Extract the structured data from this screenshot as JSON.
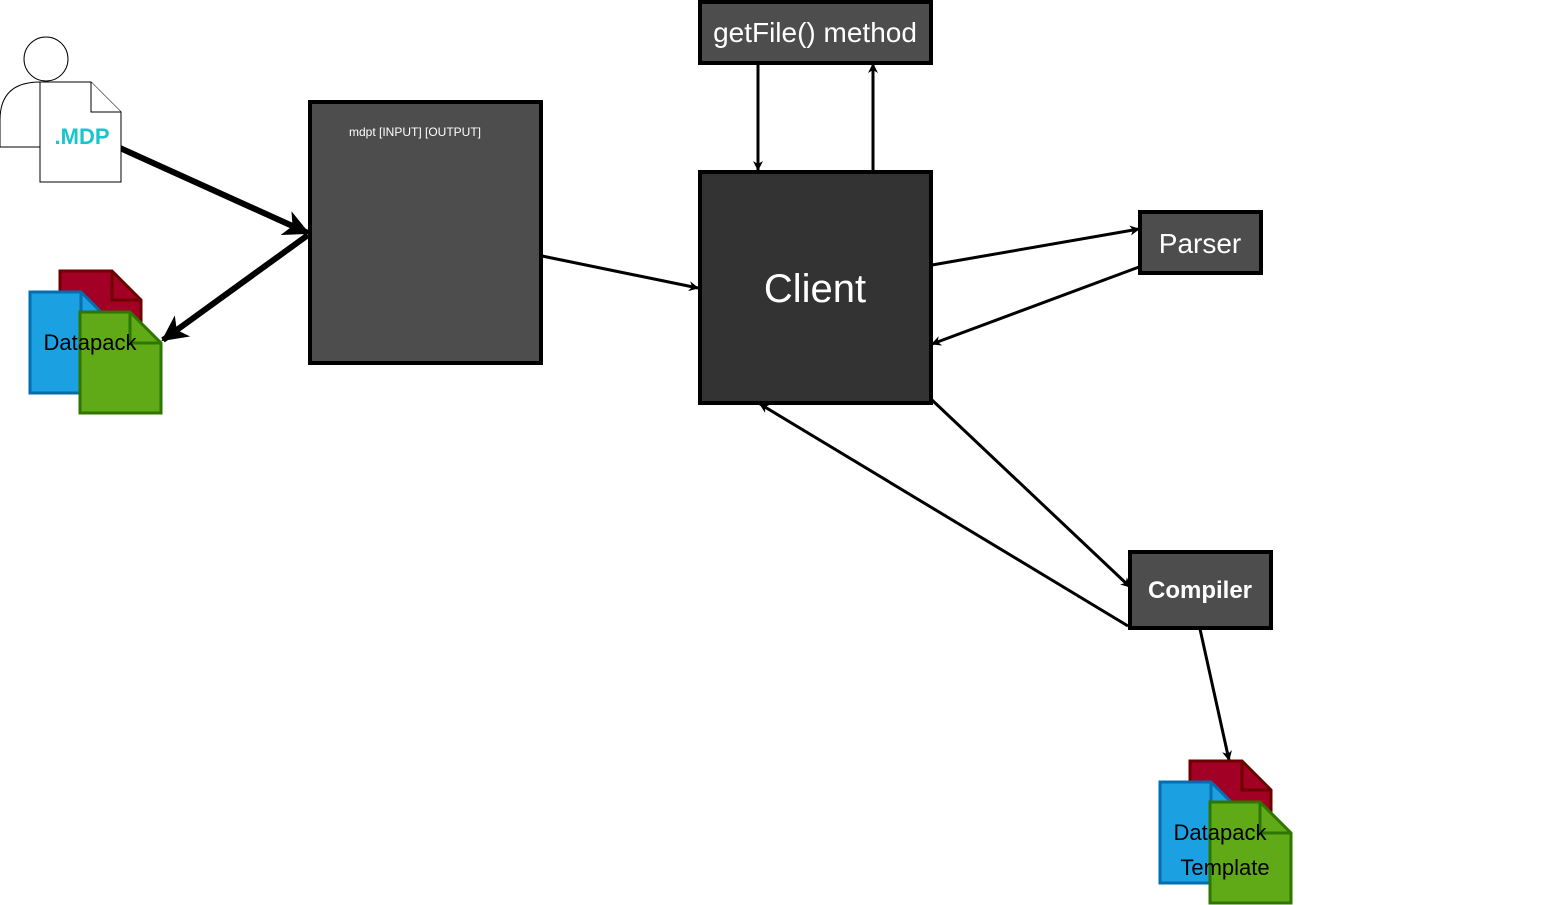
{
  "nodes": {
    "mdp_file": {
      "label": ".MDP",
      "label_color": "#17C5CC"
    },
    "cli": {
      "label": "mdpt [INPUT] [OUTPUT]"
    },
    "get_file": {
      "label": "getFile() method"
    },
    "client": {
      "label": "Client"
    },
    "parser": {
      "label": "Parser"
    },
    "compiler": {
      "label": "Compiler"
    },
    "datapack_output": {
      "label": "Datapack"
    },
    "datapack_template": {
      "label_line1": "Datapack",
      "label_line2": "Template"
    }
  },
  "edges": [
    {
      "from": "mdp_file",
      "to": "cli"
    },
    {
      "from": "cli",
      "to": "datapack_output"
    },
    {
      "from": "cli",
      "to": "client"
    },
    {
      "from": "client",
      "to": "get_file"
    },
    {
      "from": "get_file",
      "to": "client"
    },
    {
      "from": "client",
      "to": "parser"
    },
    {
      "from": "parser",
      "to": "client"
    },
    {
      "from": "client",
      "to": "compiler"
    },
    {
      "from": "compiler",
      "to": "client"
    },
    {
      "from": "compiler",
      "to": "datapack_template"
    }
  ],
  "colors": {
    "box_dark": "#333333",
    "box_medium": "#4D4D4D",
    "doc_red": "#A20025",
    "doc_blue": "#1BA1E2",
    "doc_green": "#60A917",
    "stroke": "#000000"
  },
  "icons": {
    "user": "user-icon",
    "file": "document-icon",
    "datapack": "stacked-documents-icon"
  }
}
